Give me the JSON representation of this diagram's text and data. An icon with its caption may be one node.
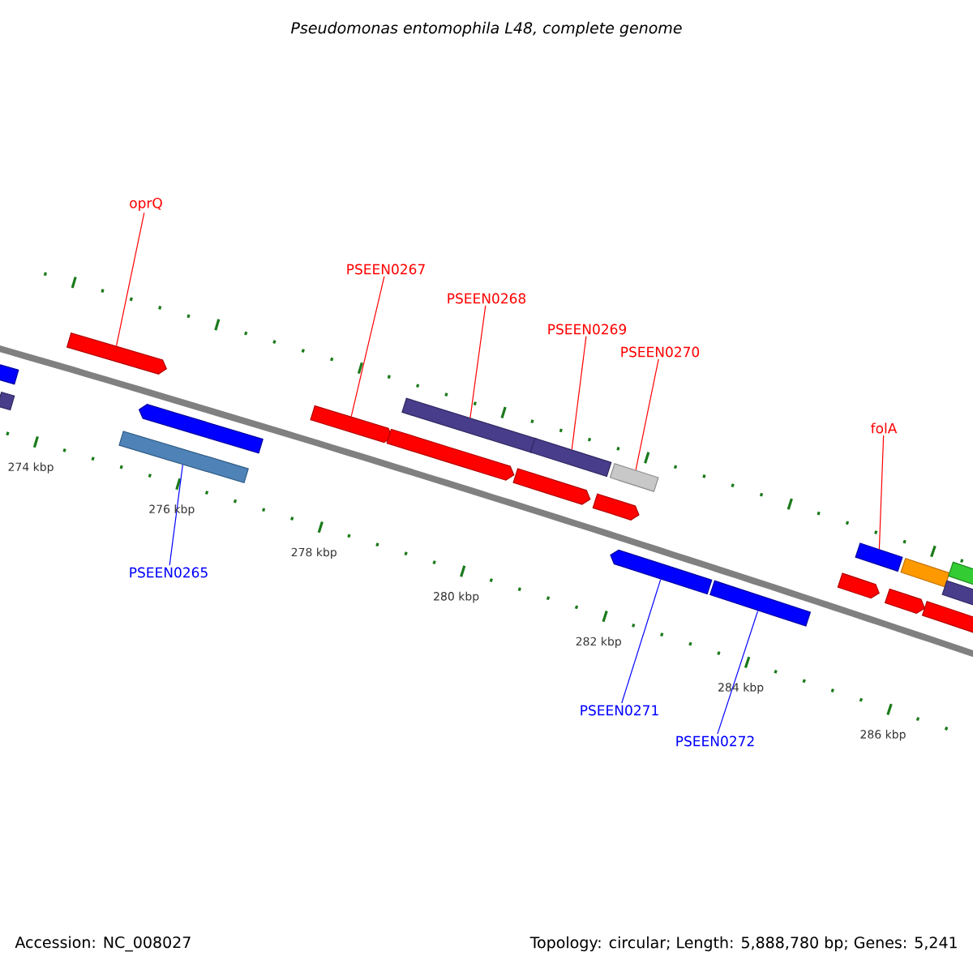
{
  "diagram": {
    "title": "Pseudomonas entomophila L48, complete genome",
    "nodes": [
      {
        "text": [
          "oprQ"
        ]
      },
      {
        "text": [
          "PSEEN0267"
        ]
      },
      {
        "text": [
          "PSEEN0268"
        ]
      },
      {
        "text": [
          "PSEEN0269"
        ]
      },
      {
        "text": [
          "PSEEN0270"
        ]
      },
      {
        "text": [
          "folA"
        ]
      },
      {
        "text": [
          "PSEEN0265"
        ]
      },
      {
        "text": [
          "PSEEN0271"
        ]
      },
      {
        "text": [
          "PSEEN0272"
        ]
      },
      {
        "text": [],
        "shape": "bar"
      },
      {
        "text": [],
        "shape": "bar"
      },
      {
        "text": [],
        "shape": "arrow"
      },
      {
        "text": [],
        "shape": "bar"
      },
      {
        "text": [],
        "shape": "arrow"
      },
      {
        "text": [],
        "shape": "arrow"
      },
      {
        "text": [],
        "shape": "arrow"
      },
      {
        "text": [],
        "shape": "bar"
      },
      {
        "text": [],
        "shape": "arrow"
      },
      {
        "text": [],
        "shape": "bar"
      },
      {
        "text": [],
        "shape": "arrow"
      },
      {
        "text": [],
        "shape": "bar"
      },
      {
        "text": [],
        "shape": "arrow"
      },
      {
        "text": [],
        "shape": "bar"
      },
      {
        "text": [],
        "shape": "arrow"
      },
      {
        "text": [],
        "shape": "bar"
      },
      {
        "text": [],
        "shape": "arrow"
      },
      {
        "text": [],
        "shape": "bar"
      },
      {
        "text": [],
        "shape": "arrow"
      },
      {
        "text": [],
        "shape": "bar"
      },
      {
        "text": [],
        "shape": "bar"
      }
    ],
    "edges": [
      {
        "from": 0,
        "to": 11,
        "arrow": "none"
      },
      {
        "from": 1,
        "to": 14,
        "arrow": "none"
      },
      {
        "from": 2,
        "to": 16,
        "arrow": "none"
      },
      {
        "from": 3,
        "to": 18,
        "arrow": "none"
      },
      {
        "from": 4,
        "to": 20,
        "arrow": "none"
      },
      {
        "from": 5,
        "to": 24,
        "arrow": "none"
      },
      {
        "from": 6,
        "to": 12,
        "arrow": "none",
        "color": "#0000ff"
      },
      {
        "from": 7,
        "to": 21,
        "arrow": "none",
        "color": "#0000ff"
      },
      {
        "from": 8,
        "to": 22,
        "arrow": "none",
        "color": "#0000ff"
      }
    ],
    "labels": [
      "274 kbp",
      "276 kbp",
      "278 kbp",
      "280 kbp",
      "282 kbp",
      "284 kbp",
      "286 kbp",
      "Accession: NC_008027",
      "Topology: circular; Length: 5,888,780 bp; Genes: 5,241"
    ]
  }
}
